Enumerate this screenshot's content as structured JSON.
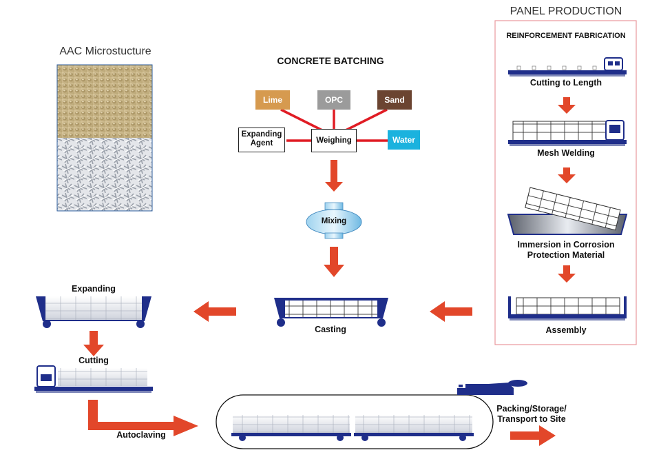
{
  "microstructure": {
    "title": "AAC Microstucture"
  },
  "batching": {
    "title": "CONCRETE BATCHING",
    "ingredients": [
      {
        "key": "lime",
        "label": "Lime",
        "color": "#D69A4F"
      },
      {
        "key": "opc",
        "label": "OPC",
        "color": "#9B9B9B"
      },
      {
        "key": "sand",
        "label": "Sand",
        "color": "#6B4431"
      },
      {
        "key": "water",
        "label": "Water",
        "color": "#1BB2DE"
      }
    ],
    "expanding_agent": "Expanding\nAgent",
    "weighing": "Weighing",
    "mixing": "Mixing"
  },
  "panel": {
    "title": "PANEL PRODUCTION",
    "subtitle": "REINFORCEMENT FABRICATION",
    "steps": {
      "cutting_length": "Cutting to Length",
      "mesh_welding": "Mesh Welding",
      "immersion": "Immersion in Corrosion\nProtection Material",
      "assembly": "Assembly"
    }
  },
  "process": {
    "casting": "Casting",
    "expanding": "Expanding",
    "cutting": "Cutting",
    "autoclaving": "Autoclaving",
    "packing": "Packing/Storage/\nTransport to Site"
  },
  "colors": {
    "arrow": "#E2472A",
    "rail": "#1F2E8A",
    "connector": "#E01C24",
    "frame": "#E8989C"
  }
}
